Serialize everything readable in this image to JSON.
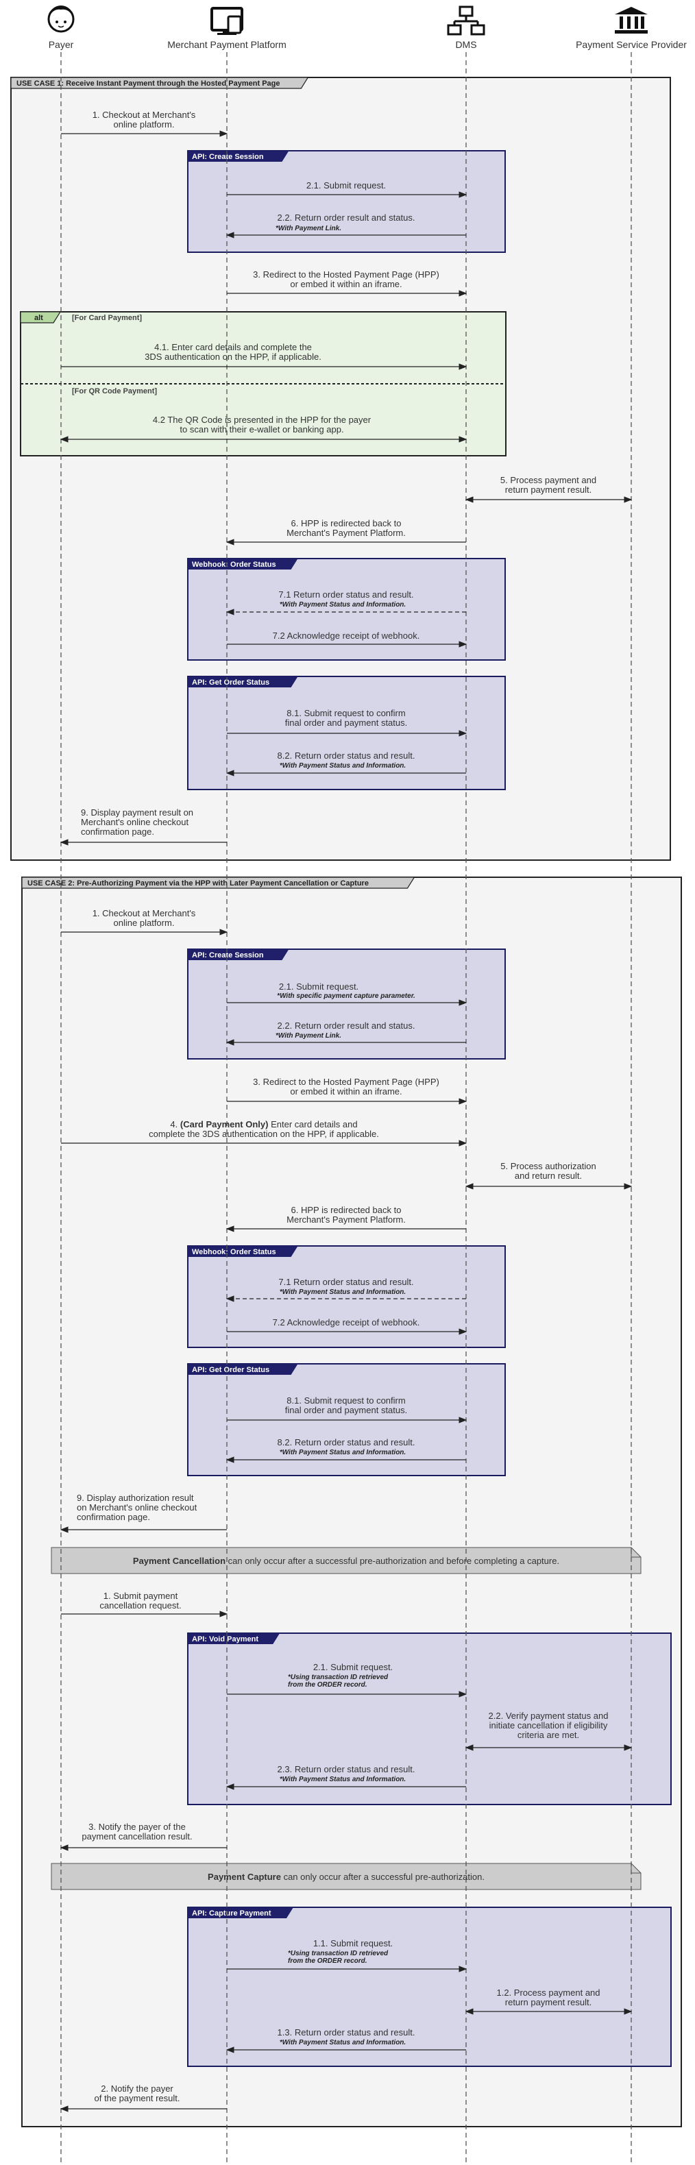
{
  "participants": [
    {
      "id": "payer",
      "label": "Payer",
      "icon": "user-face-icon"
    },
    {
      "id": "mpp",
      "label": "Merchant Payment Platform",
      "icon": "monitor-icon"
    },
    {
      "id": "dms",
      "label": "DMS",
      "icon": "network-nodes-icon"
    },
    {
      "id": "psp",
      "label": "Payment Service Provider",
      "icon": "bank-building-icon"
    }
  ],
  "colors": {
    "box_fill": "#d6d6e8",
    "box_border": "#1a1a5e",
    "box_tag": "#20206a",
    "alt_fill": "#e8f3e4",
    "alt_tag": "#b4d8a0",
    "group_fill": "#f4f4f4",
    "banner_fill": "#cccccc"
  },
  "use_case_1": {
    "title": "USE CASE 1: Receive Instant Payment through the Hosted Payment Page",
    "step1": [
      "1. Checkout at Merchant's",
      "online platform."
    ],
    "create_session": {
      "tag": "API: Create Session",
      "s21": [
        "2.1. Submit request."
      ],
      "s22": [
        "2.2. Return order result and status."
      ],
      "s22_note": "*With Payment Link."
    },
    "step3": [
      "3. Redirect to the Hosted Payment Page (HPP)",
      "or embed it within an iframe."
    ],
    "alt": {
      "tag": "alt",
      "cond1": "[For Card Payment]",
      "s41": [
        "4.1. Enter card details and complete the",
        "3DS authentication on the HPP, if applicable."
      ],
      "cond2": "[For QR Code Payment]",
      "s42": [
        "4.2 The QR Code is presented in the HPP for the payer",
        "to scan with their e-wallet or banking app."
      ]
    },
    "step5": [
      "5. Process payment and",
      "return payment result."
    ],
    "step6": [
      "6. HPP is redirected back to",
      "Merchant's Payment Platform."
    ],
    "webhook": {
      "tag": "Webhook: Order Status",
      "s71": [
        "7.1 Return order status and result."
      ],
      "s71_note": "*With Payment Status and Information.",
      "s72": [
        "7.2 Acknowledge receipt of webhook."
      ]
    },
    "get_status": {
      "tag": "API: Get Order Status",
      "s81": [
        "8.1. Submit request to confirm",
        "final order and payment status."
      ],
      "s82": [
        "8.2. Return order status and result."
      ],
      "s82_note": "*With Payment Status and Information."
    },
    "step9": [
      "9. Display payment result on",
      "Merchant's online checkout",
      "confirmation page."
    ]
  },
  "use_case_2": {
    "title": "USE CASE 2: Pre-Authorizing Payment via the HPP with Later Payment Cancellation or Capture",
    "step1": [
      "1. Checkout at Merchant's",
      "online platform."
    ],
    "create_session": {
      "tag": "API: Create Session",
      "s21": [
        "2.1. Submit request."
      ],
      "s21_note": "*With specific payment capture parameter.",
      "s22": [
        "2.2. Return order result and status."
      ],
      "s22_note": "*With Payment Link."
    },
    "step3": [
      "3. Redirect to the Hosted Payment Page (HPP)",
      "or embed it within an iframe."
    ],
    "step4_prefix": "4. ",
    "step4_bold": "(Card Payment Only)",
    "step4_rest": " Enter card details and",
    "step4_line2": "complete the 3DS authentication on the HPP, if applicable.",
    "step5": [
      "5. Process authorization",
      "and return result."
    ],
    "step6": [
      "6. HPP is redirected back to",
      "Merchant's Payment Platform."
    ],
    "webhook": {
      "tag": "Webhook: Order Status",
      "s71": [
        "7.1 Return order status and result."
      ],
      "s71_note": "*With Payment Status and Information.",
      "s72": [
        "7.2 Acknowledge receipt of webhook."
      ]
    },
    "get_status": {
      "tag": "API: Get Order Status",
      "s81": [
        "8.1. Submit request to confirm",
        "final order and payment status."
      ],
      "s82": [
        "8.2. Return order status and result."
      ],
      "s82_note": "*With Payment Status and Information."
    },
    "step9": [
      "9. Display authorization result",
      "on Merchant's online checkout",
      "confirmation page."
    ],
    "cancel_banner_bold": "Payment Cancellation",
    "cancel_banner_rest": " can only occur after a successful pre-authorization and before completing a capture.",
    "cancel_step1": [
      "1. Submit payment",
      "cancellation request."
    ],
    "void": {
      "tag": "API: Void Payment",
      "s21": [
        "2.1. Submit request."
      ],
      "s21_note": [
        "*Using transaction ID retrieved",
        "from the ORDER record."
      ],
      "s22": [
        "2.2. Verify payment status and",
        "initiate cancellation if eligibility",
        "criteria are met."
      ],
      "s23": [
        "2.3. Return order status and result."
      ],
      "s23_note": "*With Payment Status and Information."
    },
    "cancel_step3": [
      "3. Notify the payer of the",
      "payment cancellation result."
    ],
    "capture_banner_bold": "Payment Capture",
    "capture_banner_rest": " can only occur after a successful pre-authorization.",
    "capture": {
      "tag": "API: Capture Payment",
      "s11": [
        "1.1. Submit request."
      ],
      "s11_note": [
        "*Using transaction ID retrieved",
        "from the ORDER record."
      ],
      "s12": [
        "1.2. Process payment and",
        "return payment result."
      ],
      "s13": [
        "1.3. Return order status and result."
      ],
      "s13_note": "*With Payment Status and Information."
    },
    "capture_step2": [
      "2. Notify the payer",
      "of the payment result."
    ]
  }
}
